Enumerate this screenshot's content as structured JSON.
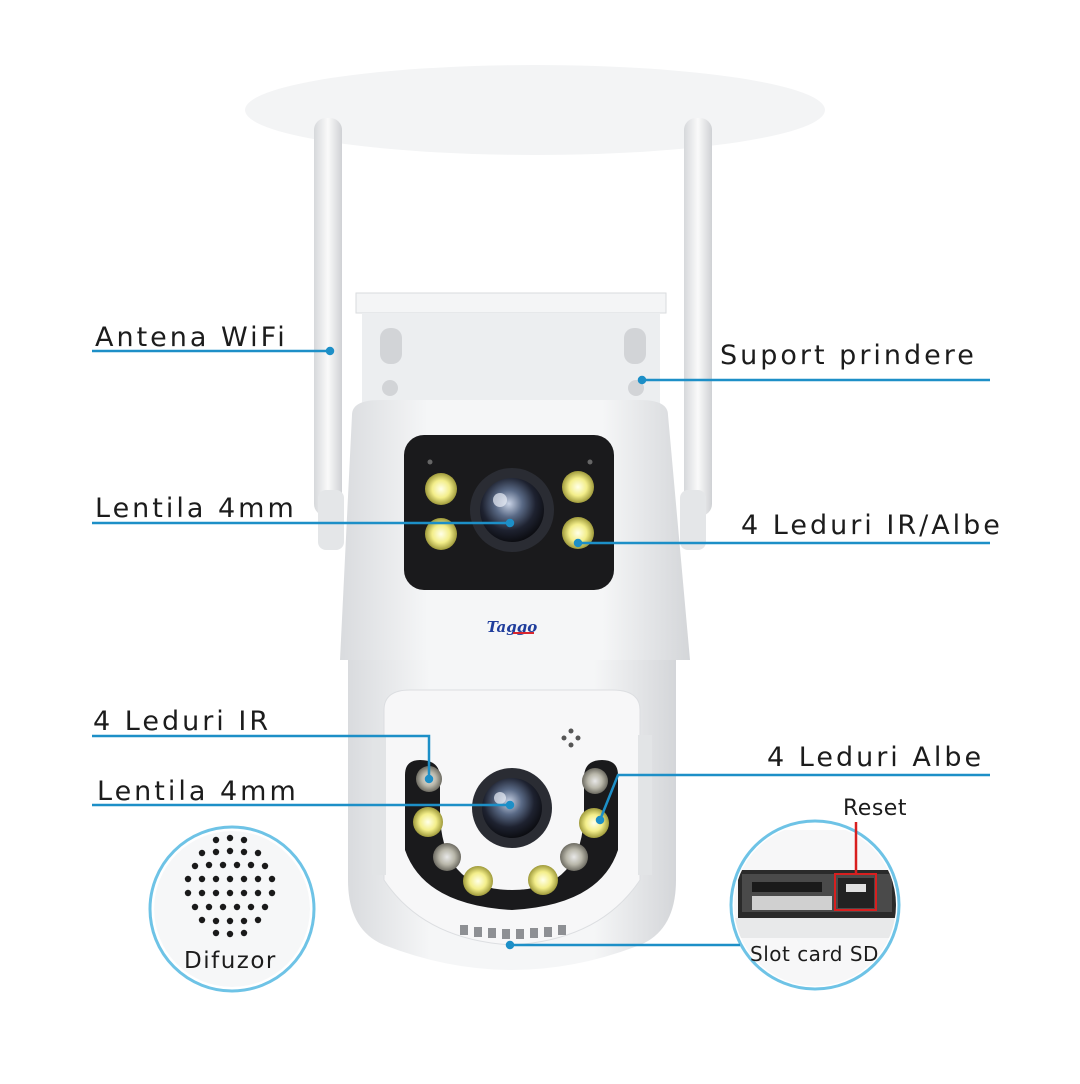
{
  "brand": "Taggo",
  "labels": {
    "antenna_wifi": "Antena WiFi",
    "mount_bracket": "Suport prindere",
    "lens_top": "Lentila 4mm",
    "leds_ir_white": "4 Leduri IR/Albe",
    "leds_ir": "4 Leduri IR",
    "lens_bottom": "Lentila 4mm",
    "leds_white": "4 Leduri Albe",
    "reset": "Reset",
    "speaker": "Difuzor",
    "sd_slot": "Slot card SD"
  },
  "colors": {
    "callout_line": "#1d8fc7",
    "circle_border": "#6ec3e6",
    "reset_highlight": "#d81f1f",
    "brand_blue": "#1f3d9c",
    "brand_red": "#d8262e",
    "body_white": "#f2f3f5",
    "lens_panel": "#1a1a1c"
  }
}
